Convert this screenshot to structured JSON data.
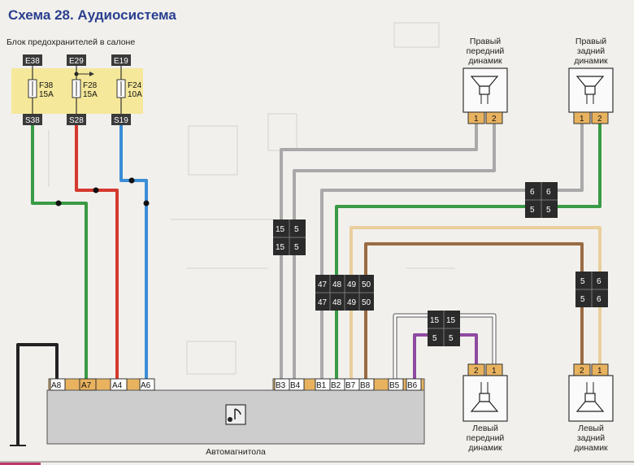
{
  "title": "Схема 28. Аудиосистема",
  "fuse_block": {
    "title": "Блок предохранителей в салоне",
    "fuses": [
      {
        "top": "E38",
        "name": "F38",
        "rating": "15A",
        "bottom": "S38"
      },
      {
        "top": "E29",
        "name": "F28",
        "rating": "15A",
        "bottom": "S28"
      },
      {
        "top": "E19",
        "name": "F24",
        "rating": "10A",
        "bottom": "S19"
      }
    ]
  },
  "speakers": {
    "front_right": {
      "label_line1": "Правый",
      "label_line2": "передний",
      "label_line3": "динамик",
      "pins": [
        "1",
        "2"
      ]
    },
    "rear_right": {
      "label_line1": "Правый",
      "label_line2": "задний",
      "label_line3": "динамик",
      "pins": [
        "1",
        "2"
      ]
    },
    "front_left": {
      "label_line1": "Левый",
      "label_line2": "передний",
      "label_line3": "динамик",
      "pins": [
        "2",
        "1"
      ]
    },
    "rear_left": {
      "label_line1": "Левый",
      "label_line2": "задний",
      "label_line3": "динамик",
      "pins": [
        "2",
        "1"
      ]
    }
  },
  "connectors": {
    "c15": [
      [
        "15",
        "5"
      ],
      [
        "15",
        "5"
      ]
    ],
    "c47": [
      [
        "47",
        "48",
        "49",
        "50"
      ],
      [
        "47",
        "48",
        "49",
        "50"
      ]
    ],
    "c66": [
      [
        "6",
        "6"
      ],
      [
        "5",
        "5"
      ]
    ],
    "c1515": [
      [
        "15",
        "15"
      ],
      [
        "5",
        "5"
      ]
    ],
    "c56": [
      [
        "5",
        "6"
      ],
      [
        "5",
        "6"
      ]
    ]
  },
  "radio": {
    "label": "Автомагнитола",
    "pins_left": [
      "A8",
      "A7",
      "A4",
      "A6"
    ],
    "pins_right": [
      "B3",
      "B4",
      "B1",
      "B2",
      "B7",
      "B8",
      "B5",
      "B6"
    ]
  },
  "colors": {
    "wire_green": "#3a9a45",
    "wire_red": "#d5392f",
    "wire_blue": "#3a8ed6",
    "wire_gray": "#a9a9a9",
    "wire_brown": "#9a6b43",
    "wire_tan": "#e9cf9c",
    "wire_violet": "#8e4aa0",
    "wire_black": "#222222",
    "fuse_bg": "#f5e89a",
    "pin_orange": "#e8b25f",
    "title_blue": "#2a3f8f"
  }
}
